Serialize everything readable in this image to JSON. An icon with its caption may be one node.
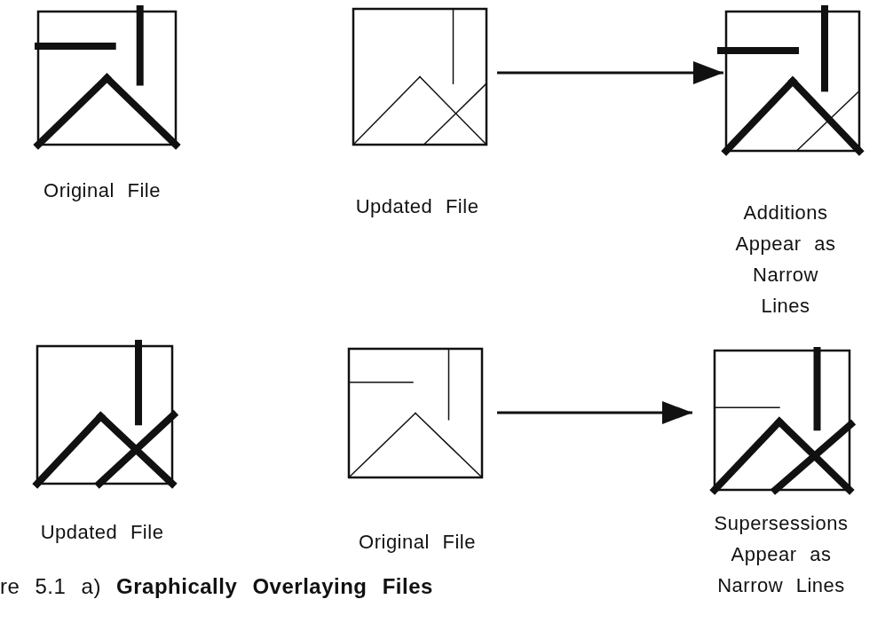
{
  "diagram": {
    "caption": "re 5.1 a) **Graphically Overlaying Files**",
    "nodes": [
      {
        "text": [
          "Original File"
        ]
      },
      {
        "text": [
          "Updated File"
        ]
      },
      {
        "text": [
          "Additions Appear as Narrow Lines"
        ]
      },
      {
        "text": [
          "Updated File"
        ]
      },
      {
        "text": [
          "Original File"
        ]
      },
      {
        "text": [
          "Supersessions Appear as Narrow Lines"
        ]
      }
    ],
    "edges": [
      {
        "from": 1,
        "to": 2,
        "arrow": "to"
      },
      {
        "from": 4,
        "to": 5,
        "arrow": "to"
      }
    ]
  }
}
